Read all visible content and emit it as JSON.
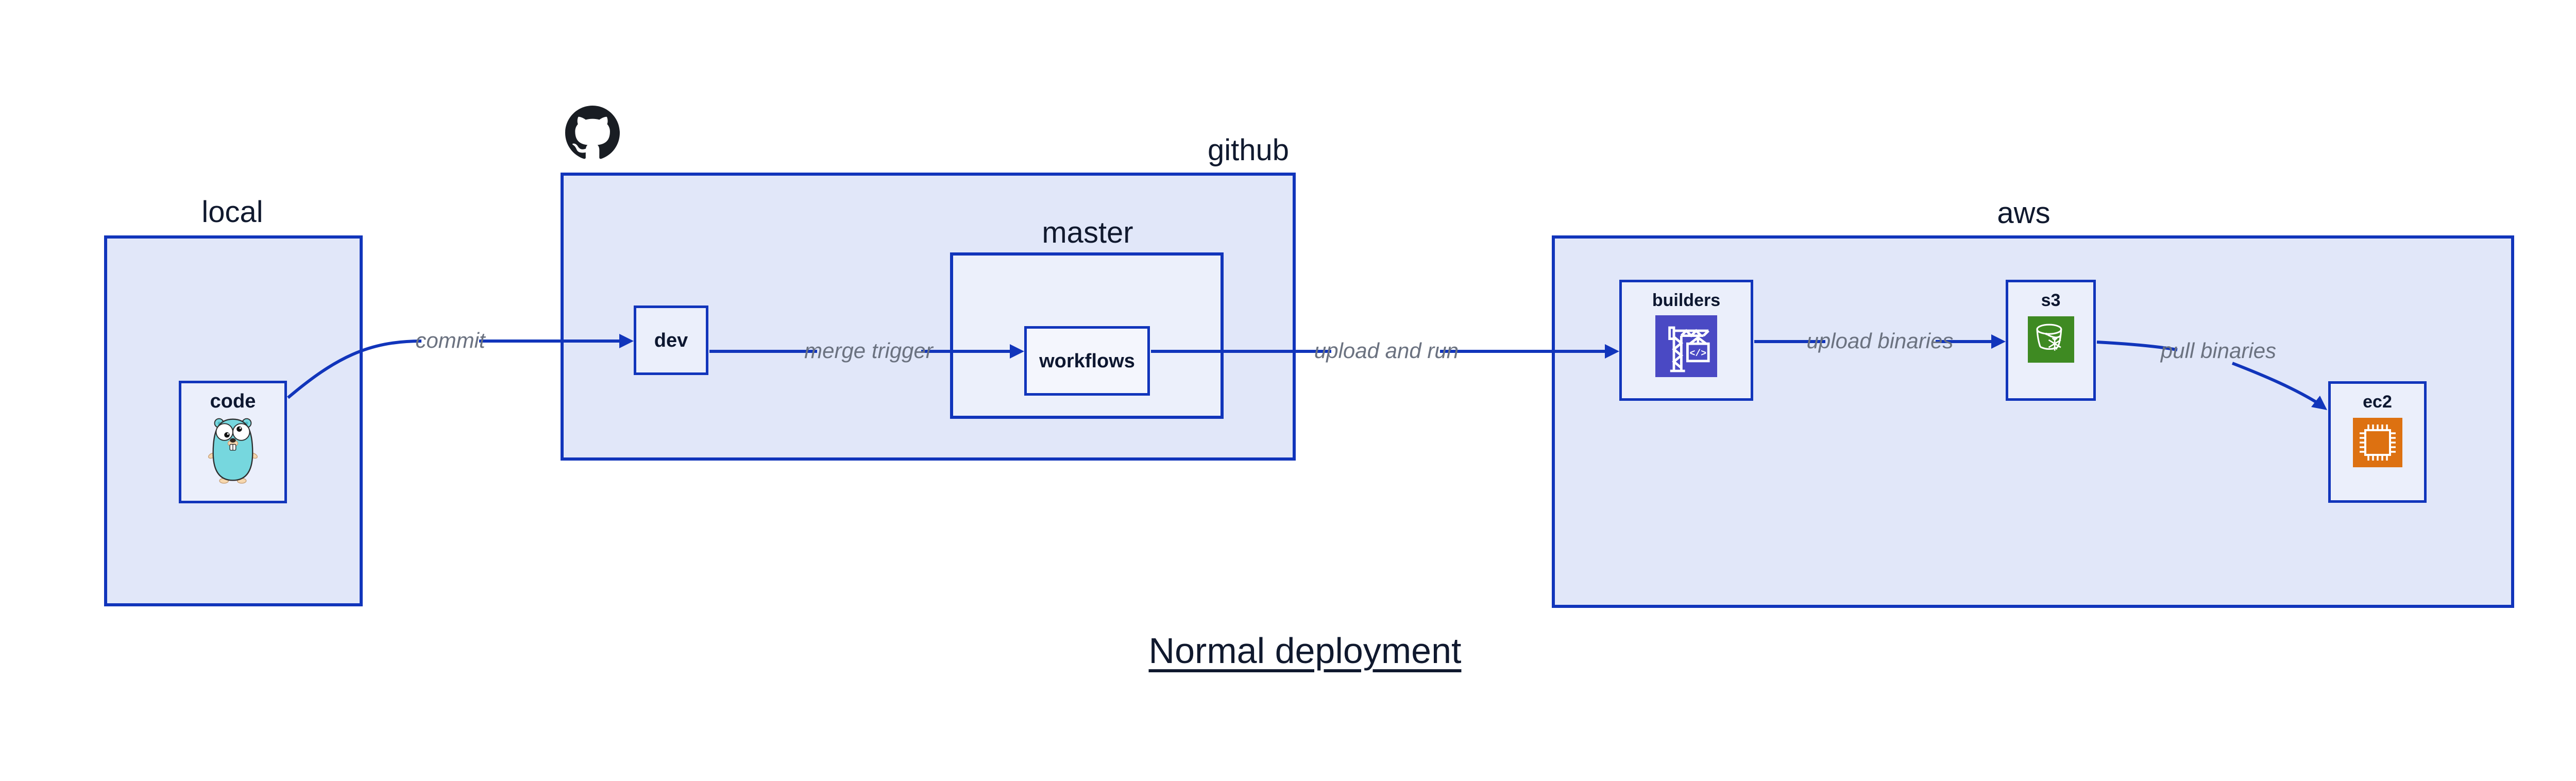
{
  "diagram": {
    "title": "Normal deployment",
    "containers": {
      "local": {
        "label": "local"
      },
      "github": {
        "label": "github"
      },
      "master": {
        "label": "master"
      },
      "aws": {
        "label": "aws"
      }
    },
    "nodes": {
      "code": {
        "label": "code",
        "icon": "go-gopher-icon"
      },
      "dev": {
        "label": "dev"
      },
      "workflows": {
        "label": "workflows"
      },
      "builders": {
        "label": "builders",
        "icon": "aws-codebuild-icon",
        "icon_text": "</>"
      },
      "s3": {
        "label": "s3",
        "icon": "aws-s3-glacier-icon"
      },
      "ec2": {
        "label": "ec2",
        "icon": "aws-ec2-icon"
      }
    },
    "edges": [
      {
        "from": "code",
        "to": "dev",
        "label": "commit"
      },
      {
        "from": "dev",
        "to": "workflows",
        "label": "merge trigger"
      },
      {
        "from": "workflows",
        "to": "builders",
        "label": "upload and run"
      },
      {
        "from": "builders",
        "to": "s3",
        "label": "upload binaries"
      },
      {
        "from": "s3",
        "to": "ec2",
        "label": "pull binaries"
      }
    ],
    "colors": {
      "box_border_blue": "#1135bb",
      "container_fill": "#e1e7f9",
      "node_fill": "#ebeffb",
      "edge_label_gray": "#6b7280",
      "heading_navy": "#10192e",
      "github_black": "#191d23",
      "codebuild_indigo": "#4a49c4",
      "s3_green": "#3e8a22",
      "ec2_orange": "#dd7111",
      "gopher_teal": "#76d7de"
    }
  }
}
